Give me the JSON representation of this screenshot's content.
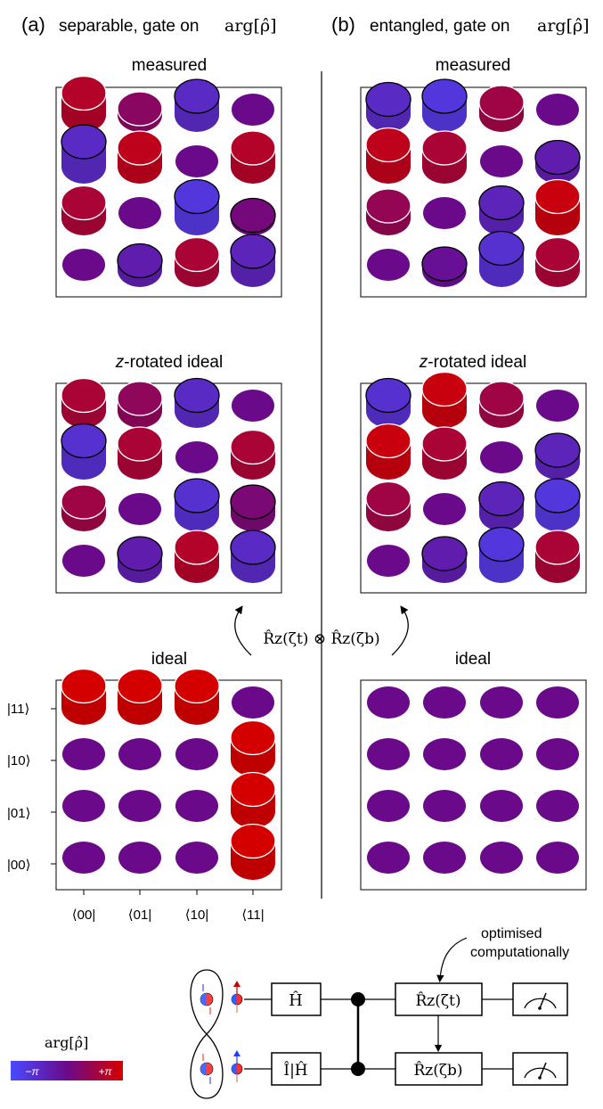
{
  "figure": {
    "panel_a_letter": "(a)",
    "panel_a_title": "separable, gate on",
    "panel_b_letter": "(b)",
    "panel_b_title": "entangled, gate on",
    "arg_rho": "arg[ρ̂]",
    "label_measured": "measured",
    "label_rotated_prefix": "z",
    "label_rotated_rest": "-rotated ideal",
    "label_ideal": "ideal",
    "rotation_operator": "R̂z(ζt) ⊗ R̂z(ζb)",
    "row_labels": [
      "|11⟩",
      "|10⟩",
      "|01⟩",
      "|00⟩"
    ],
    "col_labels": [
      "⟨00|",
      "⟨01|",
      "⟨10|",
      "⟨11|"
    ],
    "colorbar": {
      "label": "arg[ρ̂]",
      "min_label": "−π",
      "max_label": "+π",
      "color_min": "#4a4aff",
      "color_mid": "#6a0a8a",
      "color_max": "#d40000"
    },
    "circuit": {
      "gate_h": "Ĥ",
      "gate_ih": "Î|Ĥ",
      "gate_rz_t": "R̂z(ζt)",
      "gate_rz_b": "R̂z(ζb)",
      "annotation": "optimised computationally"
    }
  },
  "chart_data": [
    {
      "type": "heatmap",
      "panel": "a",
      "name": "measured",
      "rows": [
        "|11⟩",
        "|10⟩",
        "|01⟩",
        "|00⟩"
      ],
      "cols": [
        "⟨00|",
        "⟨01|",
        "⟨10|",
        "⟨11|"
      ],
      "phase_over_pi": [
        [
          0.7,
          0.3,
          -0.5,
          0.0
        ],
        [
          -0.5,
          0.8,
          0.0,
          0.7
        ],
        [
          0.6,
          0.0,
          -0.7,
          0.1
        ],
        [
          0.0,
          -0.3,
          0.6,
          -0.4
        ]
      ],
      "height": [
        0.35,
        0.1,
        0.3,
        0.0,
        0.4,
        0.3,
        0.0,
        0.3,
        0.25,
        0.0,
        0.35,
        0.05,
        0.0,
        0.15,
        0.25,
        0.3
      ]
    },
    {
      "type": "heatmap",
      "panel": "a",
      "name": "z-rotated ideal",
      "phase_over_pi": [
        [
          0.6,
          0.35,
          -0.5,
          0.0
        ],
        [
          -0.6,
          0.6,
          0.0,
          0.6
        ],
        [
          0.5,
          0.0,
          -0.6,
          0.15
        ],
        [
          0.0,
          -0.3,
          0.7,
          -0.5
        ]
      ],
      "height": [
        0.25,
        0.2,
        0.25,
        0.0,
        0.35,
        0.3,
        0.0,
        0.25,
        0.2,
        0.0,
        0.3,
        0.2,
        0.0,
        0.2,
        0.3,
        0.3
      ]
    },
    {
      "type": "heatmap",
      "panel": "a",
      "name": "ideal",
      "phase_over_pi": [
        [
          1,
          1,
          1,
          0
        ],
        [
          0,
          0,
          0,
          1
        ],
        [
          0,
          0,
          0,
          1
        ],
        [
          0,
          0,
          0,
          1
        ]
      ],
      "height": [
        0.35,
        0.35,
        0.35,
        0.0,
        0,
        0,
        0,
        0.35,
        0,
        0,
        0,
        0.35,
        0,
        0,
        0,
        0.35
      ]
    },
    {
      "type": "heatmap",
      "panel": "b",
      "name": "measured",
      "phase_over_pi": [
        [
          -0.5,
          -0.7,
          0.5,
          0.0
        ],
        [
          0.8,
          0.6,
          0.0,
          -0.3
        ],
        [
          0.4,
          0.0,
          -0.4,
          0.9
        ],
        [
          0.0,
          -0.1,
          -0.6,
          0.6
        ]
      ],
      "height": [
        0.25,
        0.3,
        0.2,
        0.0,
        0.35,
        0.3,
        0.0,
        0.15,
        0.2,
        0.0,
        0.25,
        0.35,
        0.0,
        0.1,
        0.35,
        0.25
      ]
    },
    {
      "type": "heatmap",
      "panel": "b",
      "name": "z-rotated ideal",
      "phase_over_pi": [
        [
          -0.6,
          0.9,
          0.5,
          0.0
        ],
        [
          0.9,
          0.6,
          0.0,
          -0.4
        ],
        [
          0.5,
          0.0,
          -0.4,
          -0.7
        ],
        [
          0.0,
          -0.3,
          -0.7,
          0.6
        ]
      ],
      "height": [
        0.25,
        0.35,
        0.2,
        0.0,
        0.35,
        0.3,
        0.0,
        0.2,
        0.25,
        0.0,
        0.25,
        0.3,
        0.0,
        0.2,
        0.35,
        0.3
      ]
    },
    {
      "type": "heatmap",
      "panel": "b",
      "name": "ideal",
      "phase_over_pi": [
        [
          0,
          0,
          0,
          0
        ],
        [
          0,
          0,
          0,
          0
        ],
        [
          0,
          0,
          0,
          0
        ],
        [
          0,
          0,
          0,
          0
        ]
      ],
      "height": [
        0,
        0,
        0,
        0,
        0,
        0,
        0,
        0,
        0,
        0,
        0,
        0,
        0,
        0,
        0,
        0
      ]
    }
  ]
}
